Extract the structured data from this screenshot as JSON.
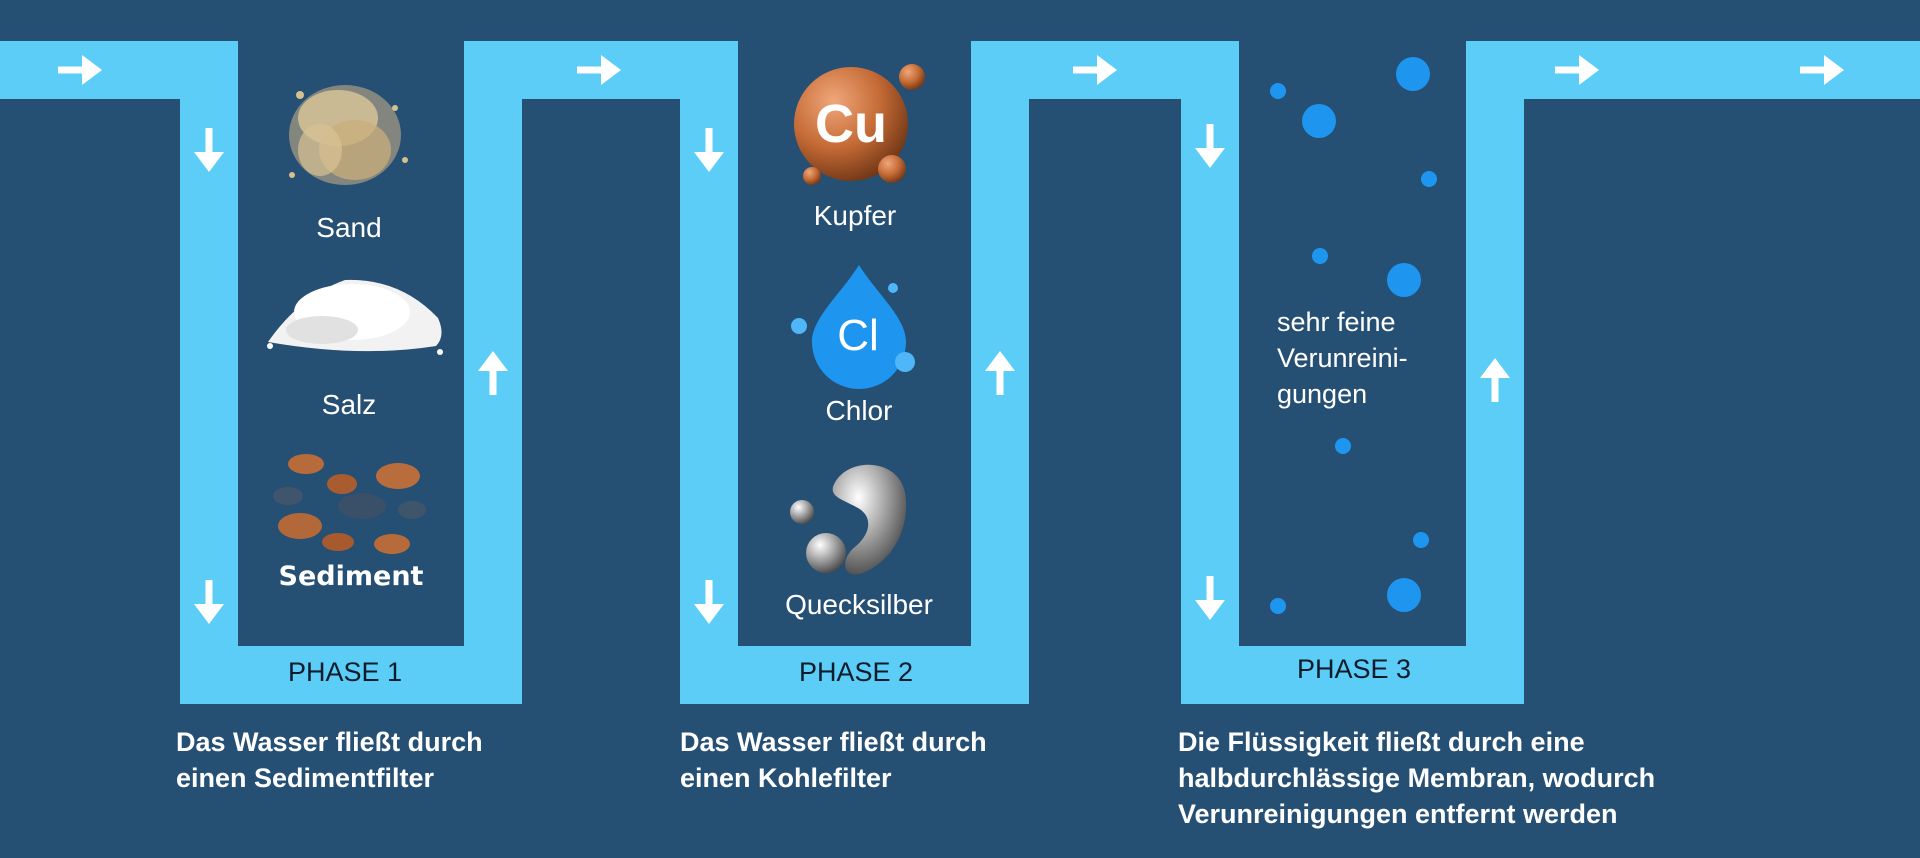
{
  "colors": {
    "background": "#264f74",
    "pipe": "#5bcdf7",
    "arrow": "#ffffff",
    "bubble": "#1e96f0",
    "copper": "#c46a35",
    "chlorine": "#1e96f0",
    "mercury": "#9a9a9a"
  },
  "phases": [
    {
      "label": "PHASE 1",
      "description": [
        "Das Wasser fließt durch",
        "einen Sedimentfilter"
      ],
      "items": [
        {
          "label": "Sand",
          "icon": "sand-pile-icon"
        },
        {
          "label": "Salz",
          "icon": "salt-pile-icon"
        },
        {
          "label": "Sediment",
          "icon": "sediment-stones-icon"
        }
      ]
    },
    {
      "label": "PHASE 2",
      "description": [
        "Das Wasser fließt durch",
        "einen Kohlefilter"
      ],
      "items": [
        {
          "label": "Kupfer",
          "icon": "copper-cu-icon",
          "symbol": "Cu"
        },
        {
          "label": "Chlor",
          "icon": "chlorine-drop-icon",
          "symbol": "Cl"
        },
        {
          "label": "Quecksilber",
          "icon": "mercury-droplet-icon"
        }
      ]
    },
    {
      "label": "PHASE 3",
      "description": [
        "Die Flüssigkeit fließt durch eine",
        "halbdurchlässige Membran, wodurch",
        "Verunreinigungen entfernt werden"
      ],
      "note": [
        "sehr feine",
        "Verunreini-",
        "gungen"
      ],
      "icon": "fine-particles-bubbles-icon"
    }
  ]
}
